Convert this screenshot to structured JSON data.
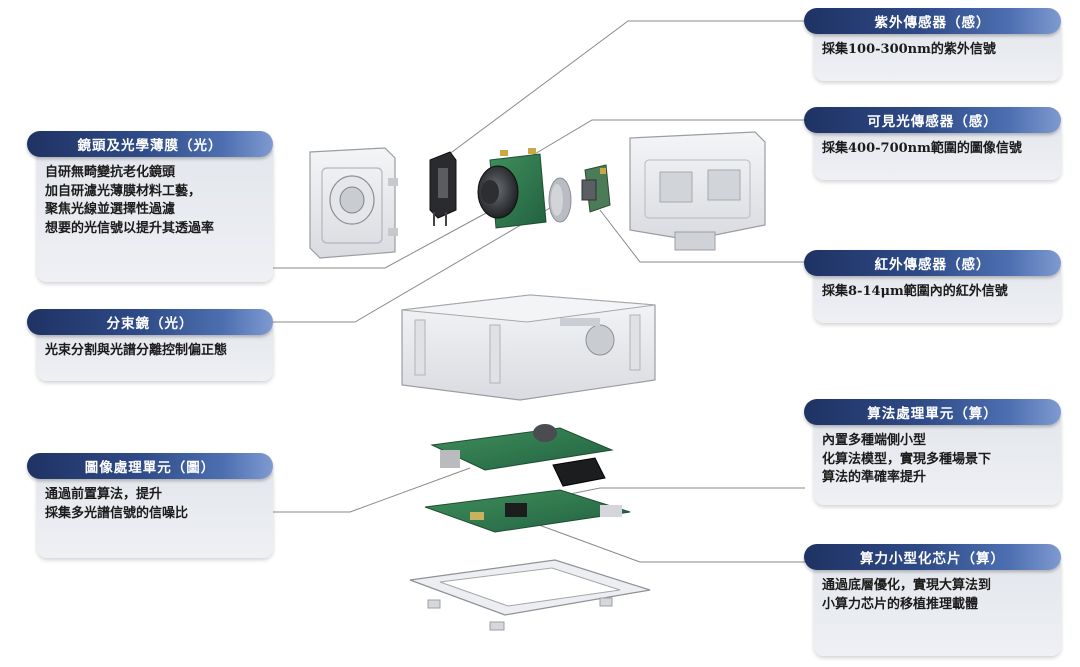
{
  "callouts": {
    "lens": {
      "title": "鏡頭及光學薄膜（光）",
      "lines": [
        "自研無畸變抗老化鏡頭",
        "加自研濾光薄膜材料工藝，",
        "聚焦光線並選擇性過濾",
        "想要的光信號以提升其透過率"
      ]
    },
    "splitter": {
      "title": "分束鏡（光）",
      "lines": [
        "光束分割與光譜分離控制偏正態"
      ]
    },
    "image_unit": {
      "title": "圖像處理單元（圖）",
      "lines": [
        "通過前置算法，提升",
        "採集多光譜信號的信噪比"
      ]
    },
    "uv": {
      "title": "紫外傳感器（感）",
      "lines": [
        "採集100-300nm的紫外信號"
      ]
    },
    "visible": {
      "title": "可見光傳感器（感）",
      "lines": [
        "採集400-700nm範圍的圖像信號"
      ]
    },
    "infrared": {
      "title": "紅外傳感器（感）",
      "lines": [
        "採集8-14μm範圍內的紅外信號"
      ]
    },
    "algo_unit": {
      "title": "算法處理單元（算）",
      "lines": [
        "內置多種端側小型",
        "化算法模型，實現多種場景下",
        "算法的準確率提升"
      ]
    },
    "chip": {
      "title": "算力小型化芯片（算）",
      "lines": [
        "通過底層優化，實現大算法到",
        "小算力芯片的移植推理載體"
      ]
    }
  },
  "colors": {
    "pill_dark": "#1f3263",
    "pill_light": "#7f9ad0",
    "card_bg": "#e8ebf0",
    "pcb_green": "#2f7a4a",
    "leader": "#8a8a8a"
  }
}
